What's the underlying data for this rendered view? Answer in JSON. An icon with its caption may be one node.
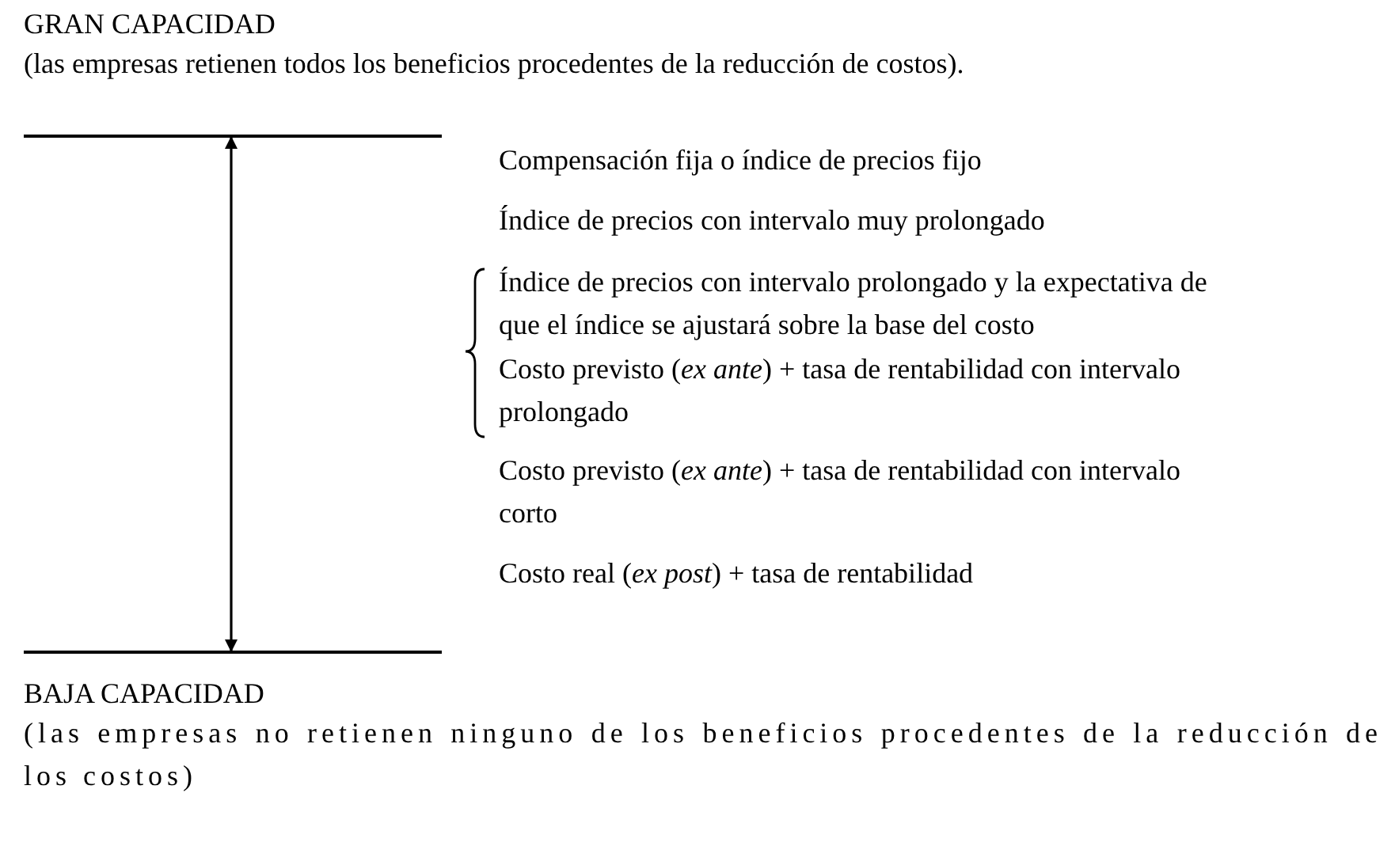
{
  "diagram": {
    "nodes": [
      {
        "text": [],
        "shape": "bar"
      },
      {
        "text": [],
        "shape": "bar"
      }
    ],
    "edges": [
      {
        "from": 0,
        "to": 1,
        "arrow": "both"
      }
    ],
    "labels": [
      "GRAN CAPACIDAD",
      "(las empresas retienen todos los beneficios procedentes de la reducción de costos).",
      "Compensación fija o índice de precios fijo",
      "Índice de precios con intervalo muy prolongado",
      "Índice de precios con intervalo prolongado y la expectativa de que el índice se ajustará sobre la base del costo",
      "Costo previsto (*ex ante*) + tasa de rentabilidad con intervalo prolongado",
      "Costo previsto (*ex ante*) + tasa de rentabilidad con intervalo corto",
      "Costo real (*ex post*) + tasa de rentabilidad",
      "BAJA CAPACIDAD",
      "(las empresas no retienen ninguno de los beneficios procedentes de la reducción de los costos)"
    ]
  }
}
